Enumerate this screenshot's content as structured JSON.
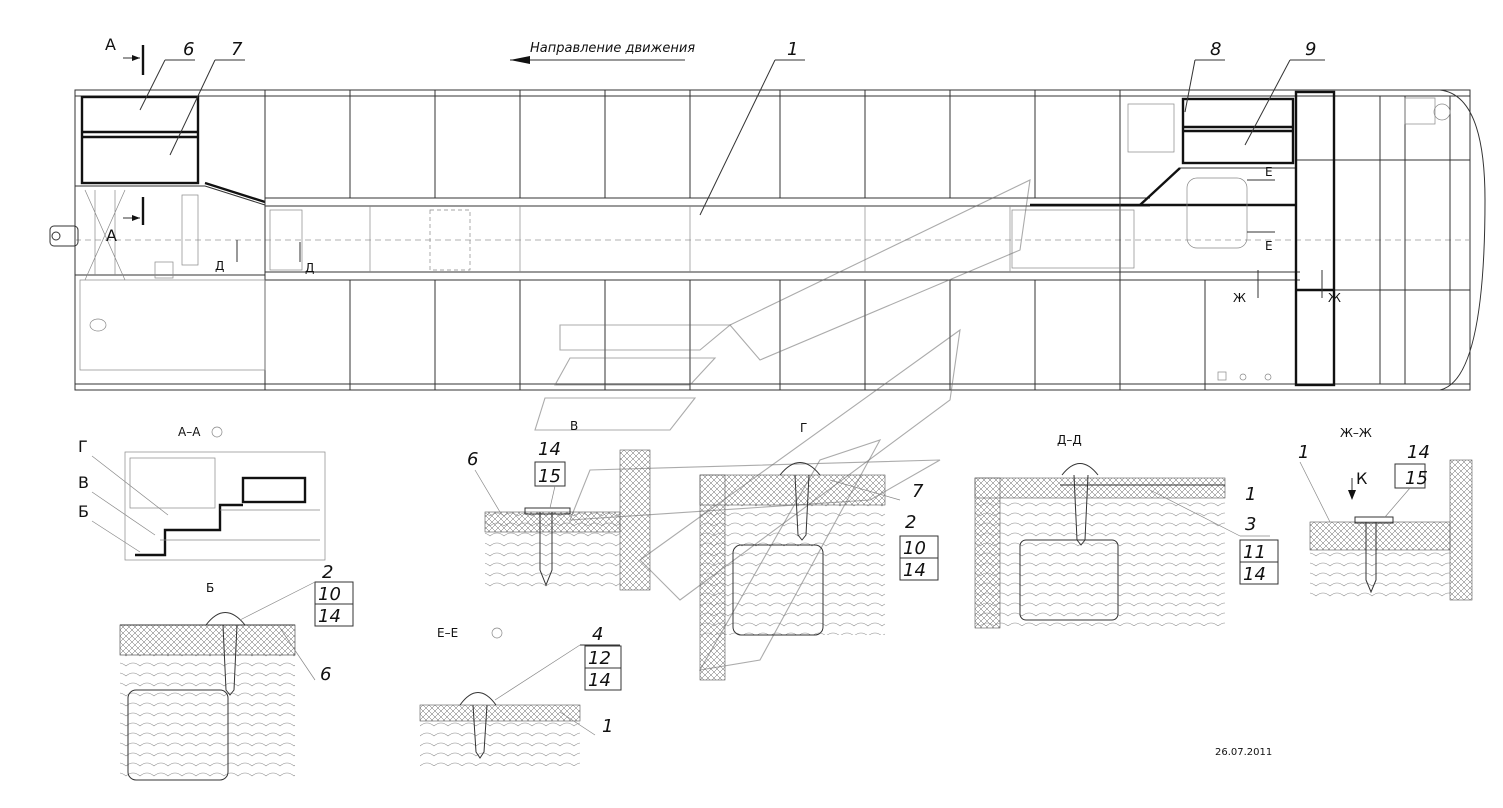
{
  "direction_label": "Направление движения",
  "date": "26.07.2011",
  "positions": {
    "p1": "1",
    "p6": "6",
    "p7": "7",
    "p8": "8",
    "p9": "9"
  },
  "cut_marks": {
    "a": "А",
    "d": "Д",
    "e": "Е",
    "zh": "Ж"
  },
  "sections": {
    "aa": {
      "title": "А–А",
      "callouts": [
        "Г",
        "В",
        "Б"
      ]
    },
    "b": {
      "title": "Б",
      "stack": [
        "2",
        "10",
        "14"
      ],
      "side": "6"
    },
    "v": {
      "title": "В",
      "stack": [
        "14",
        "15"
      ],
      "side": "6"
    },
    "g": {
      "title": "Г",
      "stack": [
        "7",
        "2",
        "10",
        "14"
      ]
    },
    "dd": {
      "title": "Д–Д",
      "stack": [
        "1",
        "3",
        "11",
        "14"
      ]
    },
    "ee": {
      "title": "Е–Е",
      "stack": [
        "4",
        "12",
        "14"
      ],
      "side": "1"
    },
    "zhzh": {
      "title": "Ж–Ж",
      "stack": [
        "14",
        "15"
      ],
      "side": "1",
      "view": "К"
    }
  },
  "colors": {
    "line": "#333333",
    "bold": "#111111",
    "hatch": "#777777"
  }
}
